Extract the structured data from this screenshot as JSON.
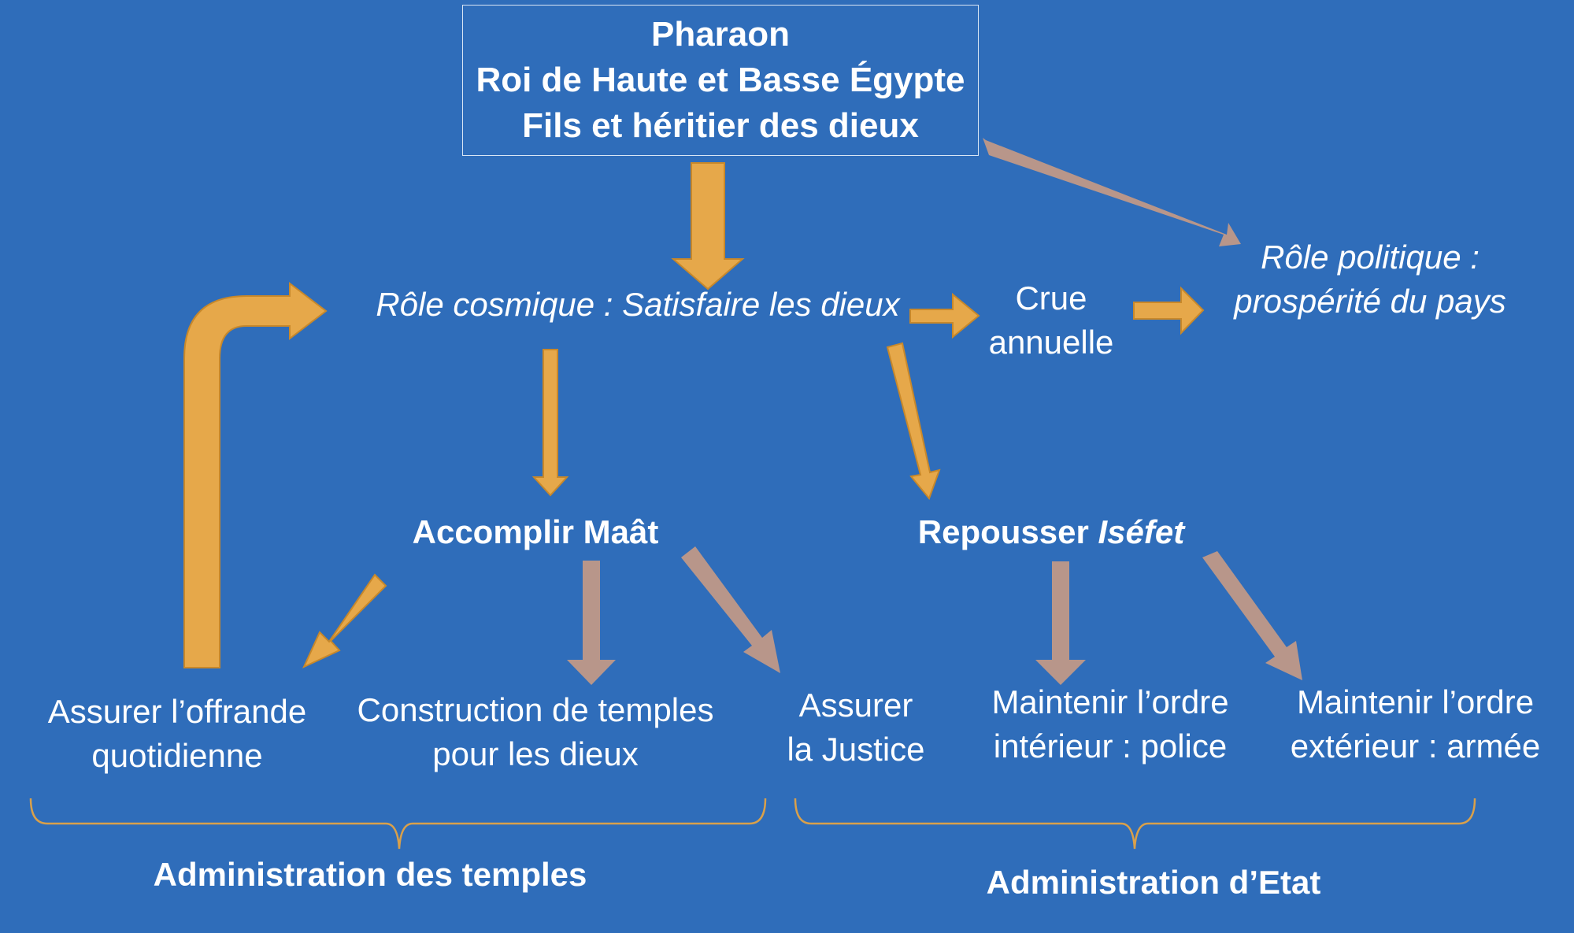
{
  "colors": {
    "background": "#2f6dba",
    "arrow_gold": "#e6a84a",
    "arrow_gold_stroke": "#c8882a",
    "arrow_taupe": "#b8968a",
    "brace": "#d9a04a",
    "text": "#ffffff"
  },
  "pharaoh": {
    "line1": "Pharaon",
    "line2": "Roi de Haute et Basse Égypte",
    "line3": "Fils et héritier des dieux"
  },
  "role_cosmique": "Rôle cosmique : Satisfaire les dieux",
  "crue": {
    "line1": "Crue",
    "line2": "annuelle"
  },
  "role_politique": {
    "line1": "Rôle politique :",
    "line2": "prospérité du pays"
  },
  "maat": "Accomplir Maât",
  "isefet": {
    "prefix": "Repousser ",
    "word": "Iséfet"
  },
  "offrande": {
    "line1": "Assurer l’offrande",
    "line2": "quotidienne"
  },
  "temples_construction": {
    "line1": "Construction de temples",
    "line2": "pour les dieux"
  },
  "justice": {
    "line1": "Assurer",
    "line2": "la Justice"
  },
  "ordre_interieur": {
    "line1": "Maintenir l’ordre",
    "line2": "intérieur : police"
  },
  "ordre_exterieur": {
    "line1": "Maintenir l’ordre",
    "line2": "extérieur : armée"
  },
  "admin_temples": "Administration des temples",
  "admin_etat": "Administration d’Etat"
}
